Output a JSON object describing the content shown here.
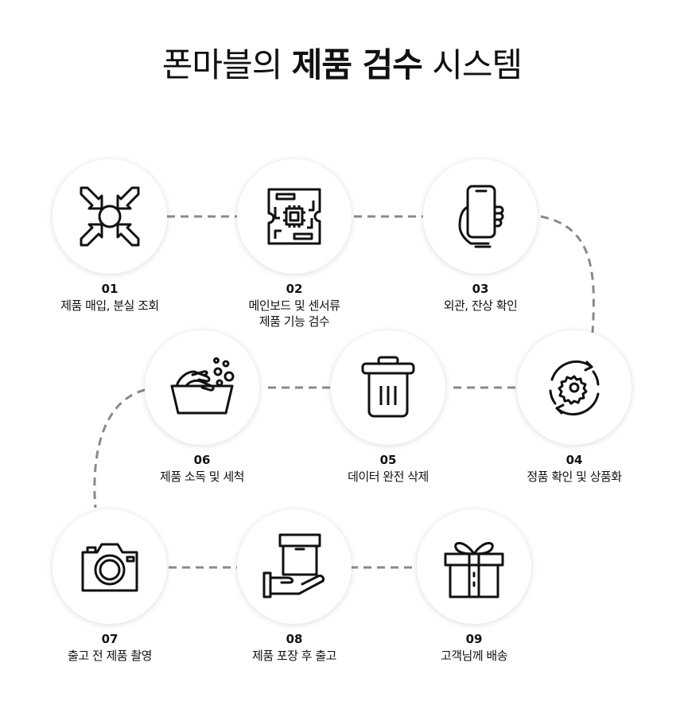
{
  "title": {
    "part1": "폰마블의",
    "part2": "제품 검수",
    "part3": "시스템"
  },
  "steps": [
    {
      "number": "01",
      "label": "제품 매입, 분실 조회",
      "icon": "compress-arrows-icon"
    },
    {
      "number": "02",
      "label": "메인보드 및 센서류\n제품 기능 검수",
      "icon": "motherboard-icon"
    },
    {
      "number": "03",
      "label": "외관, 잔상 확인",
      "icon": "hand-phone-icon"
    },
    {
      "number": "04",
      "label": "정품 확인 및 상품화",
      "icon": "gear-cycle-icon"
    },
    {
      "number": "05",
      "label": "데이터 완전 삭제",
      "icon": "trash-icon"
    },
    {
      "number": "06",
      "label": "제품 소독 및 세척",
      "icon": "washing-hands-icon"
    },
    {
      "number": "07",
      "label": "출고 전 제품 촬영",
      "icon": "camera-icon"
    },
    {
      "number": "08",
      "label": "제품 포장 후 출고",
      "icon": "box-hand-icon"
    },
    {
      "number": "09",
      "label": "고객님께 배송",
      "icon": "gift-icon"
    }
  ],
  "colors": {
    "connector": "#8a8a8a",
    "icon": "#111111"
  }
}
